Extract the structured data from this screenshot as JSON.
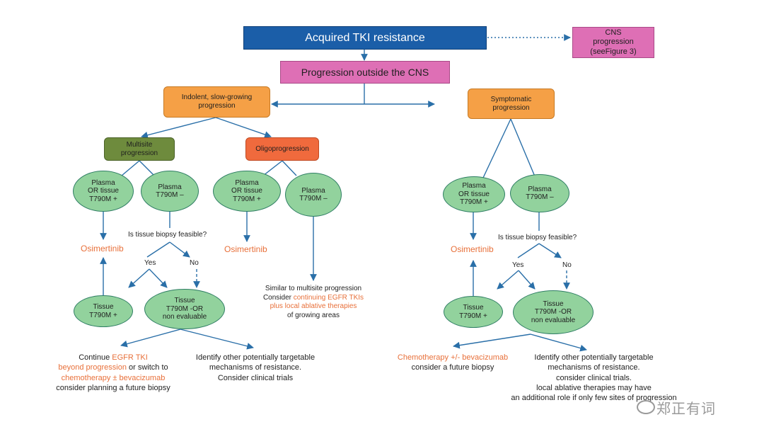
{
  "nodes": {
    "acquired": "Acquired TKI resistance",
    "cns": [
      "CNS",
      "progression",
      "(seeFigure 3)"
    ],
    "outside": "Progression outside the CNS",
    "indolent": [
      "Indolent, slow-growing",
      "progression"
    ],
    "symptomatic": [
      "Symptomatic",
      "progression"
    ],
    "multisite": [
      "Multisite",
      "progression"
    ],
    "oligo": "Oligoprogression",
    "plasma_pos": [
      "Plasma",
      "OR tissue",
      "T790M +"
    ],
    "plasma_neg": [
      "Plasma",
      "T790M –"
    ],
    "tissue_pos": [
      "Tissue",
      "T790M +"
    ],
    "tissue_neg": [
      "Tissue",
      "T790M -OR",
      "non  evaluable"
    ],
    "tissue_neg_right": [
      "Tissue",
      "T790M -OR",
      "non evaluable"
    ]
  },
  "labels": {
    "biopsy_q": "Is tissue biopsy feasible?",
    "yes": "Yes",
    "no": "No",
    "osimertinib": "Osimertinib"
  },
  "texts": {
    "continue": {
      "l1a": "Continue ",
      "l1b": "EGFR TKI",
      "l2a": "beyond progression",
      "l2b": " or switch to",
      "l3": "chemotherapy ± bevacizumab",
      "l4": "consider planning a future biopsy"
    },
    "identify_left": [
      "Identify other potentially targetable",
      "mechanisms of resistance.",
      "Consider clinical trials"
    ],
    "similar": {
      "l1": "Similar to multisite progression",
      "l2a": "Consider ",
      "l2b": "continuing EGFR TKIs",
      "l3": "plus local ablative therapies",
      "l4": "of growing areas"
    },
    "chemo_right": {
      "l1": "Chemotherapy +/- bevacizumab",
      "l2": "consider a future biopsy"
    },
    "identify_right": [
      "Identify other potentially targetable",
      "mechanisms of resistance.",
      "consider clinical trials.",
      "local ablative therapies may have",
      "an additional role if only few sites of progression"
    ]
  },
  "watermark": "郑正有词",
  "colors": {
    "blue": "#1b5ea8",
    "pink": "#de6fb5",
    "orange": "#f5a046",
    "olive": "#6e8b3d",
    "red": "#f06a3d",
    "green": "#92d29d",
    "arrow": "#2a6fa8",
    "highlight": "#e8703a"
  }
}
